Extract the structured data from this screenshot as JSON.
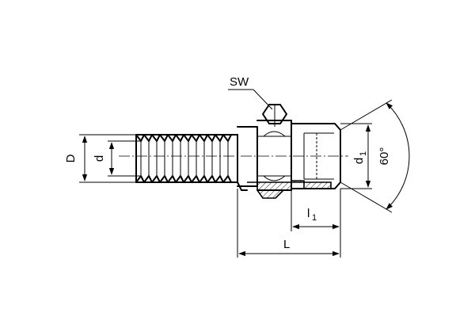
{
  "labels": {
    "sw": "SW",
    "D": "D",
    "d": "d",
    "d1_main": "d",
    "d1_sub": "1",
    "l1_main": "l",
    "l1_sub": "1",
    "L": "L",
    "angle": "60°"
  },
  "colors": {
    "line": "#000000",
    "background": "#ffffff"
  }
}
